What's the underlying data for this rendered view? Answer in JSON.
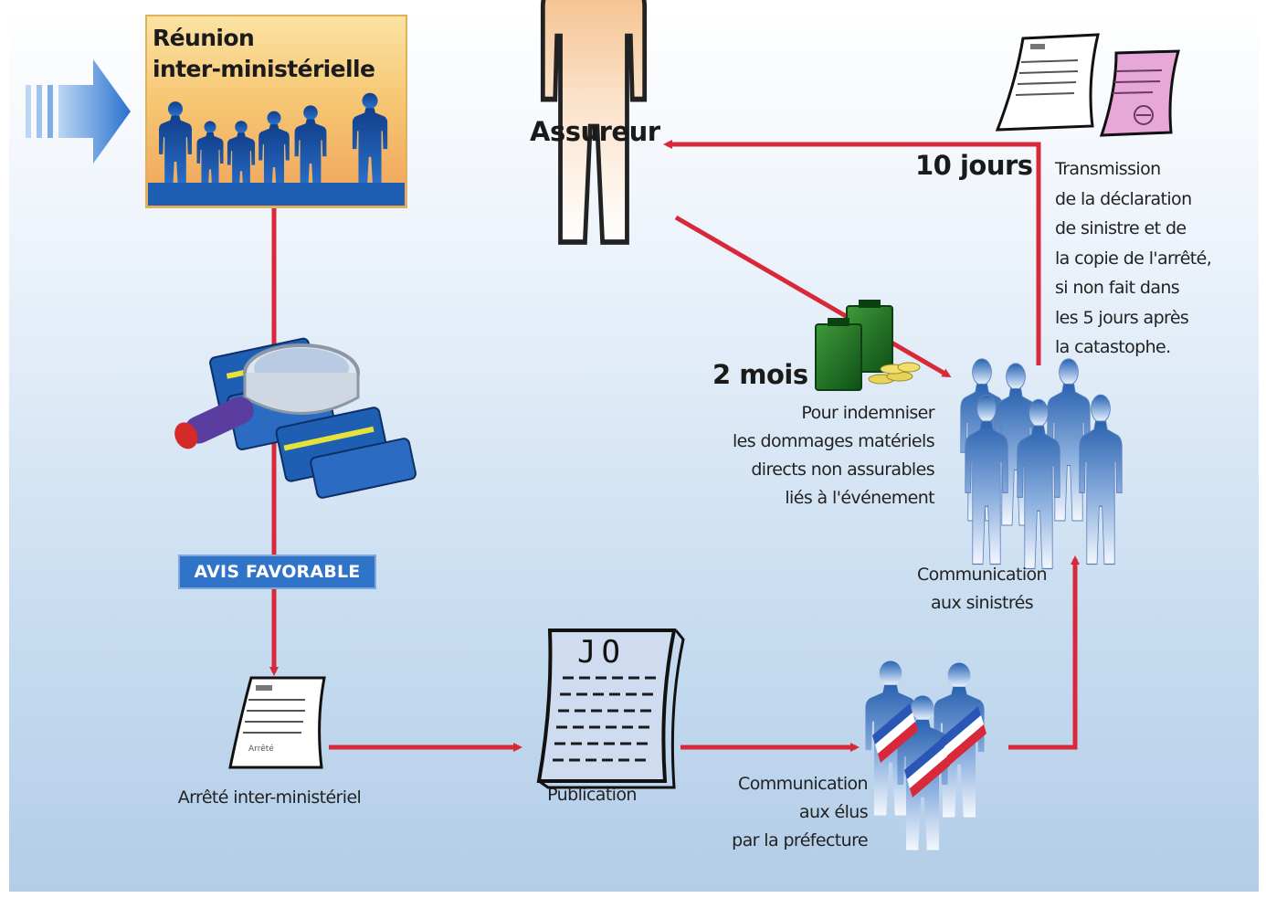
{
  "meeting": {
    "title": "Réunion\ninter-ministérielle"
  },
  "avis_label": "AVIS FAVORABLE",
  "arrete": {
    "label": "Arrêté inter-ministériel",
    "doc_text": "Arrêté"
  },
  "publication": {
    "label": "Publication",
    "journal_text": "JO"
  },
  "elus": {
    "label": "Communication\naux élus\npar la préfecture"
  },
  "sinistres": {
    "label": "Communication\naux sinistrés"
  },
  "assureur": {
    "label": "Assureur"
  },
  "deadline_10": {
    "value": "10 jours",
    "text": "Transmission\nde la déclaration\nde sinistre et de\nla copie de l'arrêté,\nsi non fait dans\nles 5 jours après\nla catastophe."
  },
  "deadline_2": {
    "value": "2 mois",
    "text": "Pour indemniser\nles dommages matériels\ndirects non assurables\nliés à l'événement"
  },
  "colors": {
    "arrow": "#d8293a",
    "person_blue": "#1f5fb3",
    "avis_bg": "#2f74c9",
    "meeting_bg": "#f7c870"
  }
}
